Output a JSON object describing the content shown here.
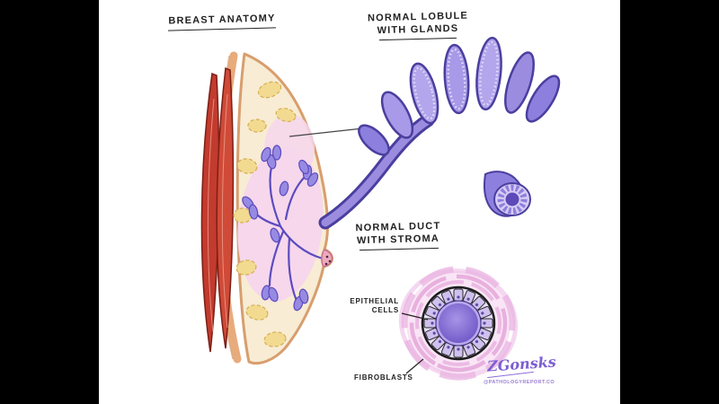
{
  "canvas": {
    "bg": "#000000",
    "panel_bg": "#ffffff"
  },
  "labels": {
    "breast_title": "BREAST ANATOMY",
    "lobule_title_line1": "NORMAL LOBULE",
    "lobule_title_line2": "WITH GLANDS",
    "duct_title_line1": "NORMAL DUCT",
    "duct_title_line2": "WITH STROMA",
    "epithelial_line1": "EPITHELIAL",
    "epithelial_line2": "CELLS",
    "fibroblasts": "FIBROBLASTS",
    "signature": "ZGonsks",
    "signature_sub": "@PATHOLOGYREPORT.CO"
  },
  "colors": {
    "muscle_red": "#c23b2e",
    "muscle_outline": "#7c1f16",
    "skin_tan": "#e8ab7c",
    "breast_cream": "#f8ecd4",
    "fat_yellow": "#f2da90",
    "duct_purple": "#8d7fdd",
    "duct_outline": "#4a3f9e",
    "stroma_pink": "#f7dcf2",
    "ink": "#1d1d1d",
    "signature_purple": "#7b5fd0"
  }
}
